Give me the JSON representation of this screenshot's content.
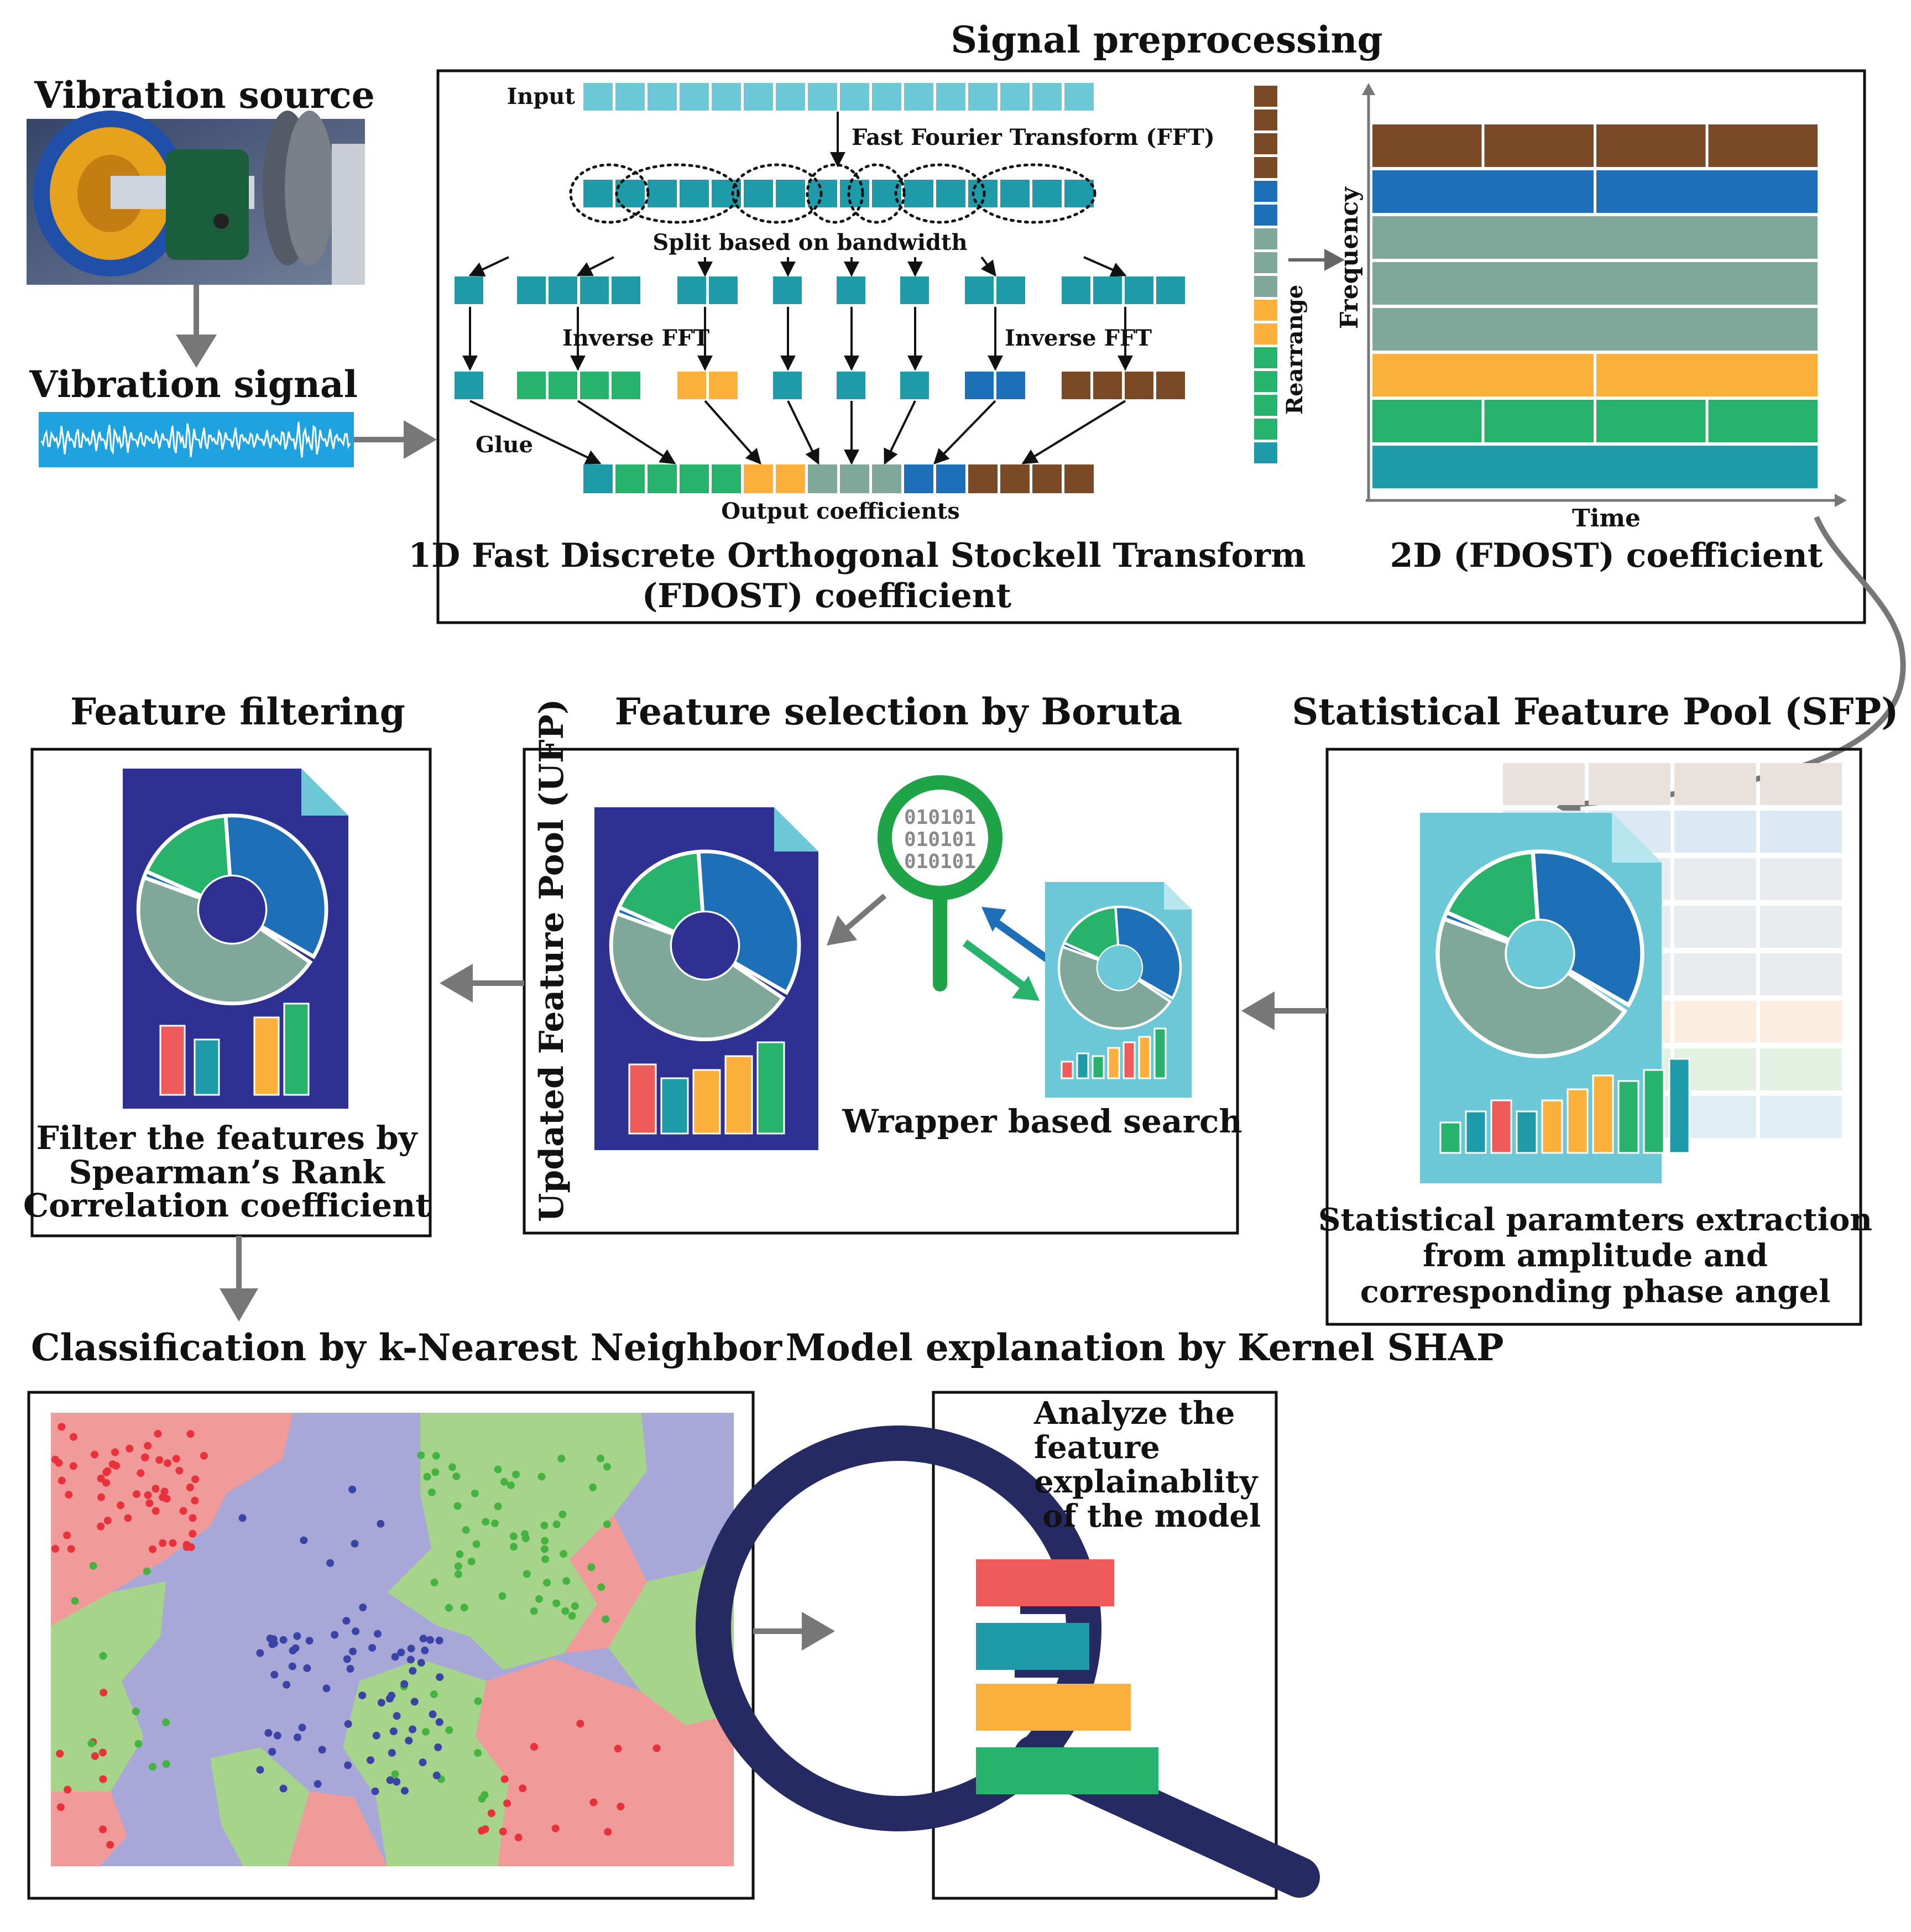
{
  "titles": {
    "vibration_source": "Vibration source",
    "vibration_signal": "Vibration signal",
    "signal_preprocessing": "Signal preprocessing",
    "feature_filtering": "Feature filtering",
    "feature_selection": "Feature selection by Boruta",
    "sfp": "Statistical Feature Pool (SFP)",
    "classification": "Classification by k-Nearest Neighbor",
    "model_explanation": "Model explanation by Kernel SHAP"
  },
  "fdost": {
    "input": "Input",
    "fft": "Fast Fourier Transform (FFT)",
    "split": "Split based on bandwidth",
    "inverse_fft_left": "Inverse FFT",
    "inverse_fft_right": "Inverse FFT",
    "glue": "Glue",
    "output": "Output coefficients",
    "caption_line1": "1D Fast Discrete Orthogonal Stockell Transform",
    "caption_line2": "(FDOST) coefficient",
    "rearrange": "Rearrange",
    "frequency": "Frequency",
    "time": "Time",
    "caption_2d": "2D (FDOST) coefficient"
  },
  "filtering": {
    "line1": "Filter the features by",
    "line2": "Spearman’s Rank",
    "line3": "Correlation coefficient"
  },
  "boruta": {
    "ufp": "Updated Feature Pool (UFP)",
    "wrapper": "Wrapper based search",
    "binary": [
      "010101",
      "010101",
      "010101"
    ]
  },
  "sfp": {
    "line1": "Statistical paramters extraction",
    "line2": "from amplitude and",
    "line3": "corresponding phase angel"
  },
  "shap": {
    "line1": "Analyze the",
    "line2": "feature",
    "line3": "explainablity",
    "line4": "of the model"
  },
  "colors": {
    "teal": "#1e9aa8",
    "green": "#27b36b",
    "orange": "#fbb03b",
    "grey_green": "#7fa89b",
    "blue": "#1d6fb8",
    "brown": "#7a4a26",
    "red": "#ef5a5a",
    "navy": "#2e3192",
    "light_cyan": "#6cc7d6",
    "region_red": "#f19a9a",
    "region_green": "#a6d48a",
    "region_purple": "#a8a8d8"
  }
}
